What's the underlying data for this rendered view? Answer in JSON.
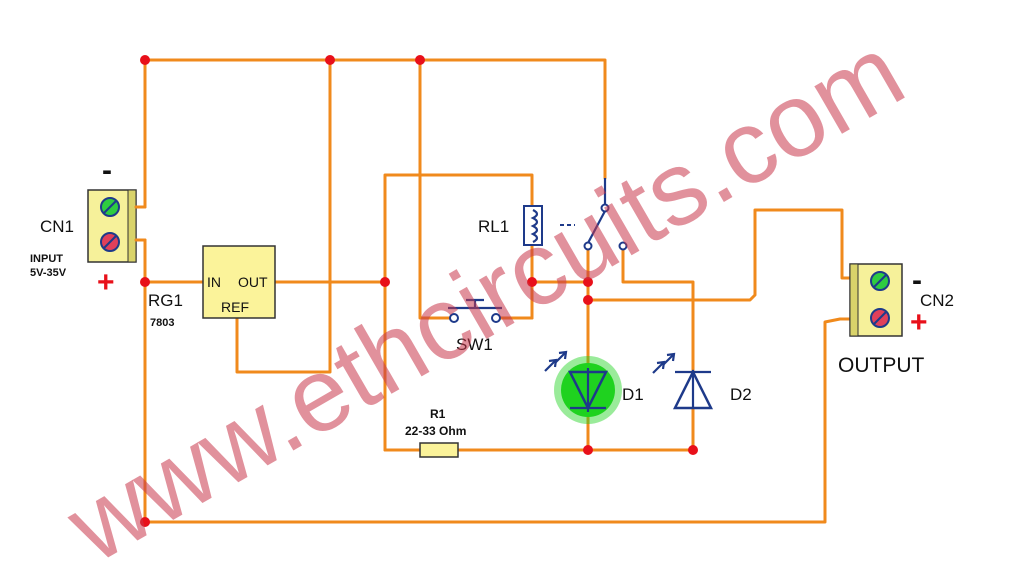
{
  "labels": {
    "cn1": "CN1",
    "cn1_minus": "-",
    "cn1_plus": "+",
    "input": "INPUT",
    "input_range": "5V-35V",
    "rg1": "RG1",
    "rg1_part": "7803",
    "reg_in": "IN",
    "reg_out": "OUT",
    "reg_ref": "REF",
    "rl1": "RL1",
    "sw1": "SW1",
    "r1": "R1",
    "r1_value": "22-33 Ohm",
    "d1": "D1",
    "d2": "D2",
    "cn2": "CN2",
    "cn2_minus": "-",
    "cn2_plus": "+",
    "output": "OUTPUT"
  },
  "watermark": "www.ethcircuits.com",
  "colors": {
    "wire": "#f08a1c",
    "component": "#1e3a8a",
    "node": "#e8101a",
    "regulator_fill": "#fbf39a",
    "connector_fill": "#f6f19a",
    "led_glow": "#1fd21f",
    "watermark": "#c8364a"
  }
}
